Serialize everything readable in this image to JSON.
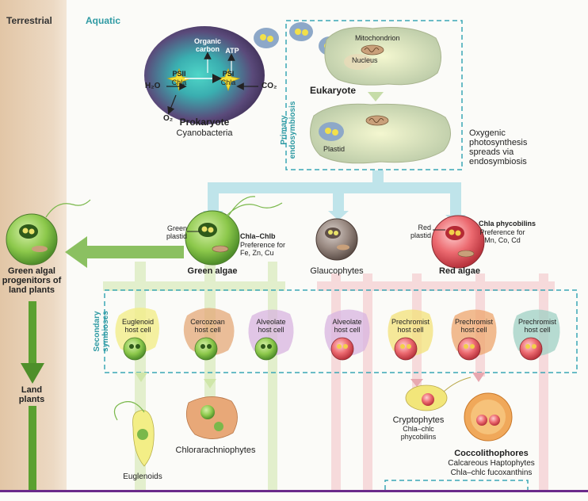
{
  "headers": {
    "terrestrial": "Terrestrial",
    "aquatic": "Aquatic"
  },
  "prokaryote": {
    "organic_carbon": "Organic carbon",
    "atp": "ATP",
    "psii": "PSII",
    "psi": "PSI",
    "chla_left": "Chla",
    "chla_right": "Chla",
    "h2o": "H₂O",
    "co2": "CO₂",
    "o2": "O₂",
    "title": "Prokaryote",
    "subtitle": "Cyanobacteria"
  },
  "eukaryote": {
    "mitochondrion": "Mitochondrion",
    "nucleus": "Nucleus",
    "title": "Eukaryote",
    "plastid": "Plastid"
  },
  "primary_label": "Primary endosymbiosis",
  "oxygenic_note": "Oxygenic photosynthesis spreads via endosymbiosis",
  "green_algae": {
    "plastid_label": "Green plastid",
    "pigment": "Chla–Chlb",
    "preference": "Preference for Fe, Zn, Cu",
    "title": "Green algae"
  },
  "glaucophytes": "Glaucophytes",
  "red_algae": {
    "plastid_label": "Red plastid",
    "pigment": "Chla phycobilins",
    "preference": "Preference for Mn, Co, Cd",
    "title": "Red algae"
  },
  "progenitors": "Green algal progenitors of land plants",
  "land_plants": "Land plants",
  "secondary_label": "Secondary symbioses",
  "host_cells": [
    "Euglenoid host cell",
    "Cercozoan host cell",
    "Alveolate host cell",
    "Alveolate host cell",
    "Prechromist host cell",
    "Prechromist host cell",
    "Prechromist host cell"
  ],
  "euglenoids": "Euglenoids",
  "chlorarachniophytes": "Chlorarachniophytes",
  "cryptophytes": {
    "title": "Cryptophytes",
    "pigment": "Chla–chlc",
    "pigment2": "phycobilins"
  },
  "coccolithophores": {
    "title": "Coccolithophores",
    "sub1": "Calcareous Haptophytes",
    "sub2": "Chla–chlc fucoxanthins"
  },
  "colors": {
    "terrestrial_band": "#ead3bb",
    "green_cell": "#7fc247",
    "red_cell": "#e0505a",
    "gray_cell": "#8a7b74",
    "teal_label": "#2f9aa3",
    "dashed_box": "#3aa7b5",
    "divider": "#6a2a8a"
  }
}
